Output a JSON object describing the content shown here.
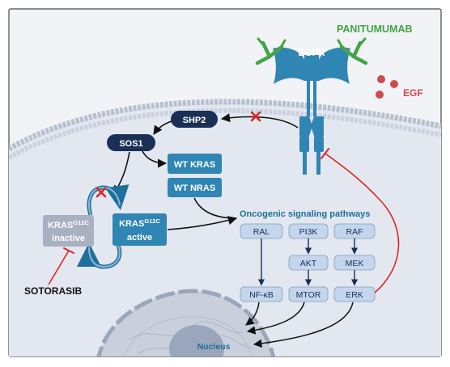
{
  "drug_antibody": "PANITUMUMAB",
  "receptor": "EGFR",
  "ligand": "EGF",
  "nodes": {
    "shp2": "SHP2",
    "sos1": "SOS1",
    "wt_kras": "WT KRAS",
    "wt_nras": "WT NRAS",
    "kras_inactive_name": "KRAS",
    "kras_inactive_super": "G12C",
    "kras_inactive_state": "inactive",
    "kras_active_name": "KRAS",
    "kras_active_super": "G12C",
    "kras_active_state": "active",
    "ral": "RAL",
    "pi3k": "PI3K",
    "raf": "RAF",
    "akt": "AKT",
    "mek": "MEK",
    "nfkb_prefix": "NF-",
    "nfkb_greek": "κ",
    "nfkb_suffix": "B",
    "mtor": "MTOR",
    "erk": "ERK"
  },
  "pathway_title": "Oncogenic signaling pathways",
  "drug_small_molecule": "SOTORASIB",
  "nucleus_label": "Nucleus",
  "colors": {
    "cell_bg": "#f1f3f6",
    "cytoplasm": "#e3e7ef",
    "membrane": "#b6c0cf",
    "dark_navy": "#1a2f56",
    "teal_blue": "#2f85b3",
    "light_blue": "#c3d6ec",
    "inactive_gray": "#a7b1c2",
    "drug_green": "#44a447",
    "egf_red": "#d0494c",
    "inhibit_red": "#e02424",
    "nucleus": "#9aa6bb"
  }
}
